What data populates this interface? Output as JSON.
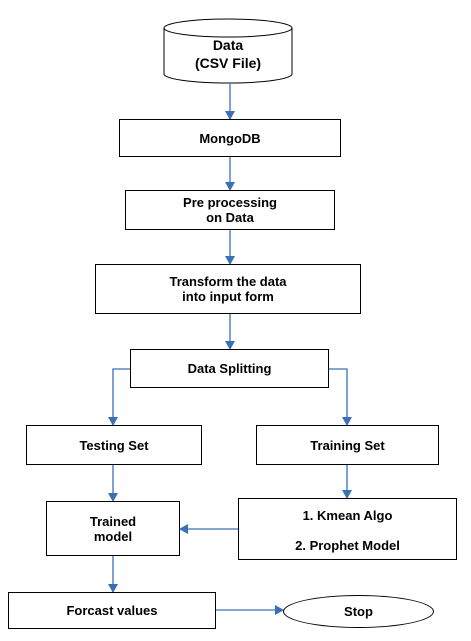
{
  "data_source": {
    "line1": "Data",
    "line2": "(CSV File)"
  },
  "mongodb": "MongoDB",
  "preprocessing": {
    "line1": "Pre processing",
    "line2": "on Data"
  },
  "transform": {
    "line1": "Transform the data",
    "line2": "into input form"
  },
  "splitting": "Data Splitting",
  "testing_set": "Testing Set",
  "training_set": "Training Set",
  "models": {
    "line1": "1. Kmean Algo",
    "line2": "2. Prophet Model"
  },
  "trained_model": {
    "line1": "Trained",
    "line2": "model"
  },
  "forecast": "Forcast values",
  "stop": "Stop",
  "colors": {
    "arrow": "#3a70b4",
    "border": "#000000"
  }
}
